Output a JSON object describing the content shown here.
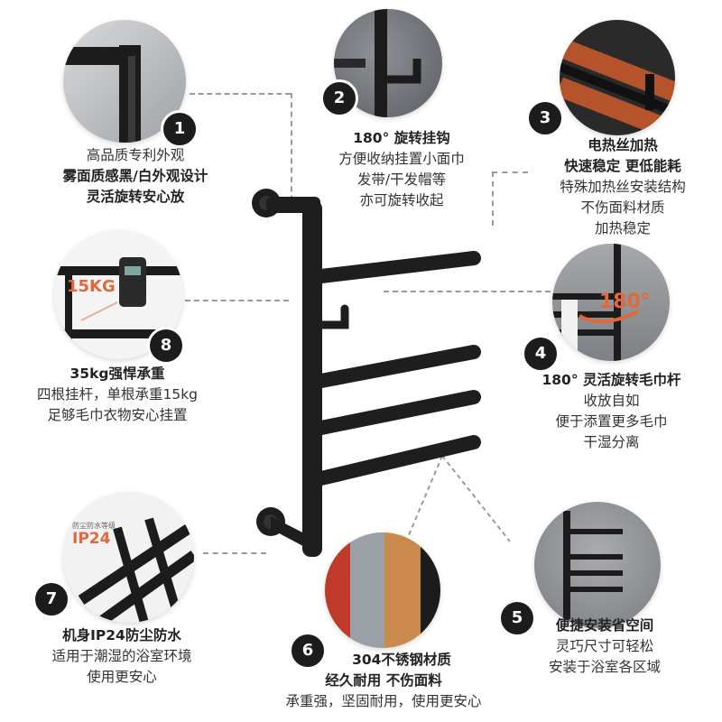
{
  "features": [
    {
      "number": "1",
      "lines": [
        {
          "text": "高品质专利外观",
          "bold": false
        },
        {
          "text": "雾面质感黑/白外观设计",
          "bold": true
        },
        {
          "text": "灵活旋转安心放",
          "bold": true
        }
      ]
    },
    {
      "number": "2",
      "lines": [
        {
          "text": "180°  旋转挂钩",
          "bold": true
        },
        {
          "text": "方便收纳挂置小面巾",
          "bold": false
        },
        {
          "text": "发带/干发帽等",
          "bold": false
        },
        {
          "text": "亦可旋转收起",
          "bold": false
        }
      ]
    },
    {
      "number": "3",
      "lines": [
        {
          "text": "电热丝加热",
          "bold": true
        },
        {
          "text": "快速稳定 更低能耗",
          "bold": true
        },
        {
          "text": "特殊加热丝安装结构",
          "bold": false
        },
        {
          "text": "不伤面料材质",
          "bold": false
        },
        {
          "text": "加热稳定",
          "bold": false
        }
      ]
    },
    {
      "number": "4",
      "lines": [
        {
          "text": "180°  灵活旋转毛巾杆",
          "bold": true
        },
        {
          "text": "收放自如",
          "bold": false
        },
        {
          "text": "便于添置更多毛巾",
          "bold": false
        },
        {
          "text": "干湿分离",
          "bold": false
        }
      ]
    },
    {
      "number": "5",
      "lines": [
        {
          "text": "便捷安装省空间",
          "bold": true
        },
        {
          "text": "灵巧尺寸可轻松",
          "bold": false
        },
        {
          "text": "安装于浴室各区域",
          "bold": false
        }
      ]
    },
    {
      "number": "6",
      "lines": [
        {
          "text": "304不锈钢材质",
          "bold": true
        },
        {
          "text": "经久耐用 不伤面料",
          "bold": true
        },
        {
          "text": "承重强，坚固耐用，使用更安心",
          "bold": false
        }
      ]
    },
    {
      "number": "7",
      "lines": [
        {
          "text": "机身IP24防尘防水",
          "bold": true
        },
        {
          "text": "适用于潮湿的浴室环境",
          "bold": false
        },
        {
          "text": "使用更安心",
          "bold": false
        }
      ]
    },
    {
      "number": "8",
      "lines": [
        {
          "text": "35kg强悍承重",
          "bold": true
        },
        {
          "text": "四根挂杆，单根承重15kg",
          "bold": false
        },
        {
          "text": "足够毛巾衣物安心挂置",
          "bold": false
        }
      ]
    }
  ],
  "image_labels": {
    "weight": "15KG",
    "angle": "180°",
    "ip_small": "防尘防水等级",
    "ip": "IP24"
  },
  "colors": {
    "rack": "#1e1e1e",
    "badge": "#1c1c1c",
    "heater": "#b5532a",
    "weight_label": "#e2683a"
  }
}
